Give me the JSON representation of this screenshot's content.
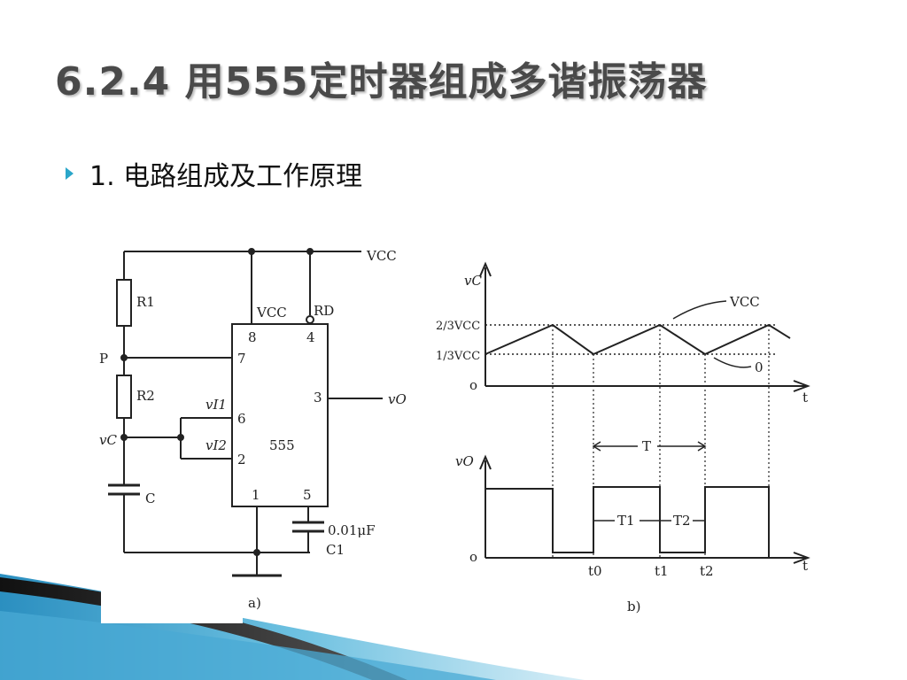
{
  "slide": {
    "title": "6.2.4 用555定时器组成多谐振荡器",
    "bullet": "1. 电路组成及工作原理"
  },
  "circuit": {
    "vcc": "VCC",
    "r1": "R1",
    "r2": "R2",
    "node_p": "P",
    "vc": "vC",
    "cap_c": "C",
    "chip": "555",
    "pin8": "8",
    "pin4": "4",
    "pin7": "7",
    "pin6": "6",
    "pin2": "2",
    "pin3": "3",
    "pin1": "1",
    "pin5": "5",
    "vcc_pin": "VCC",
    "rd_pin": "RD",
    "vi1": "vI1",
    "vi2": "vI2",
    "vo": "vO",
    "cap_c1_value": "0.01μF",
    "cap_c1": "C1",
    "caption": "a)"
  },
  "waveform": {
    "vc_axis": "vC",
    "upper_threshold": "2/3VCC",
    "lower_threshold": "1/3VCC",
    "vcc_label": "VCC",
    "zero_label": "0",
    "origin_top": "o",
    "t_axis_top": "t",
    "vo_axis": "vO",
    "origin_bottom": "o",
    "t_axis_bottom": "t",
    "period": "T",
    "t1_interval": "T1",
    "t2_interval": "T2",
    "t0": "t0",
    "t1": "t1",
    "t2": "t2",
    "caption": "b)"
  },
  "colors": {
    "bullet": "#2aa6c9",
    "title": "#4a4a4a",
    "swoosh_blue": "#2b8fc0",
    "swoosh_dark": "#1a1a1a"
  }
}
